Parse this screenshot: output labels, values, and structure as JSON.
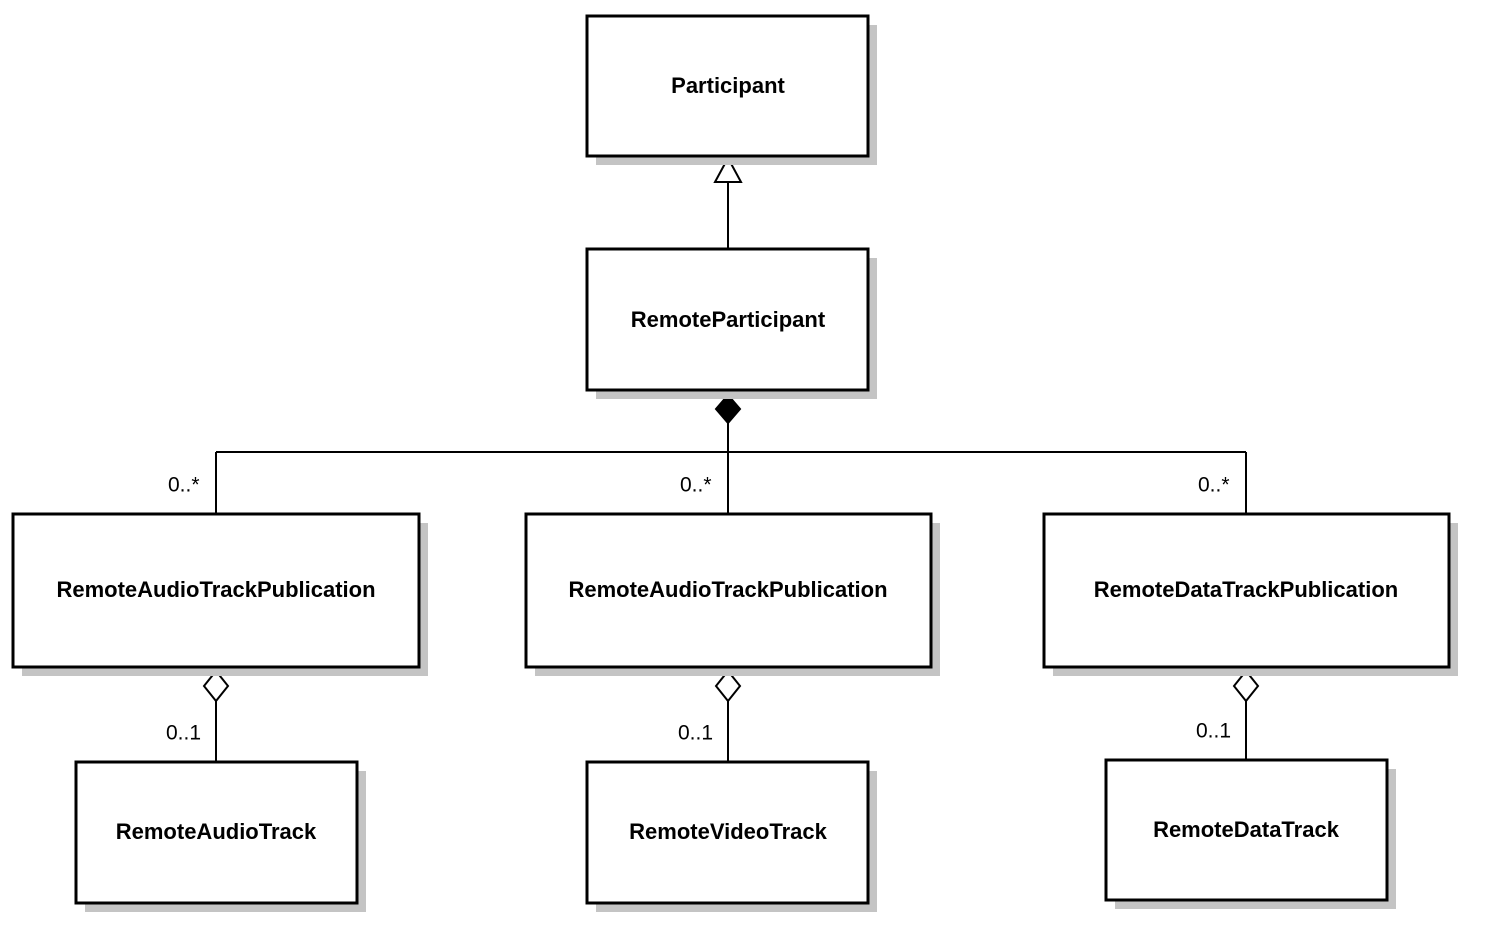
{
  "classes": {
    "participant": "Participant",
    "remote_participant": "RemoteParticipant",
    "publication_left": "RemoteAudioTrackPublication",
    "publication_center": "RemoteAudioTrackPublication",
    "publication_right": "RemoteDataTrackPublication",
    "track_left": "RemoteAudioTrack",
    "track_center": "RemoteVideoTrack",
    "track_right": "RemoteDataTrack"
  },
  "multiplicities": {
    "publication_left": "0..*",
    "publication_center": "0..*",
    "publication_right": "0..*",
    "track_left": "0..1",
    "track_center": "0..1",
    "track_right": "0..1"
  },
  "relationships": [
    {
      "from": "remote_participant",
      "to": "participant",
      "kind": "generalization"
    },
    {
      "from": "remote_participant",
      "to": "publication_left",
      "kind": "composition"
    },
    {
      "from": "remote_participant",
      "to": "publication_center",
      "kind": "composition"
    },
    {
      "from": "remote_participant",
      "to": "publication_right",
      "kind": "composition"
    },
    {
      "from": "publication_left",
      "to": "track_left",
      "kind": "aggregation"
    },
    {
      "from": "publication_center",
      "to": "track_center",
      "kind": "aggregation"
    },
    {
      "from": "publication_right",
      "to": "track_right",
      "kind": "aggregation"
    }
  ]
}
